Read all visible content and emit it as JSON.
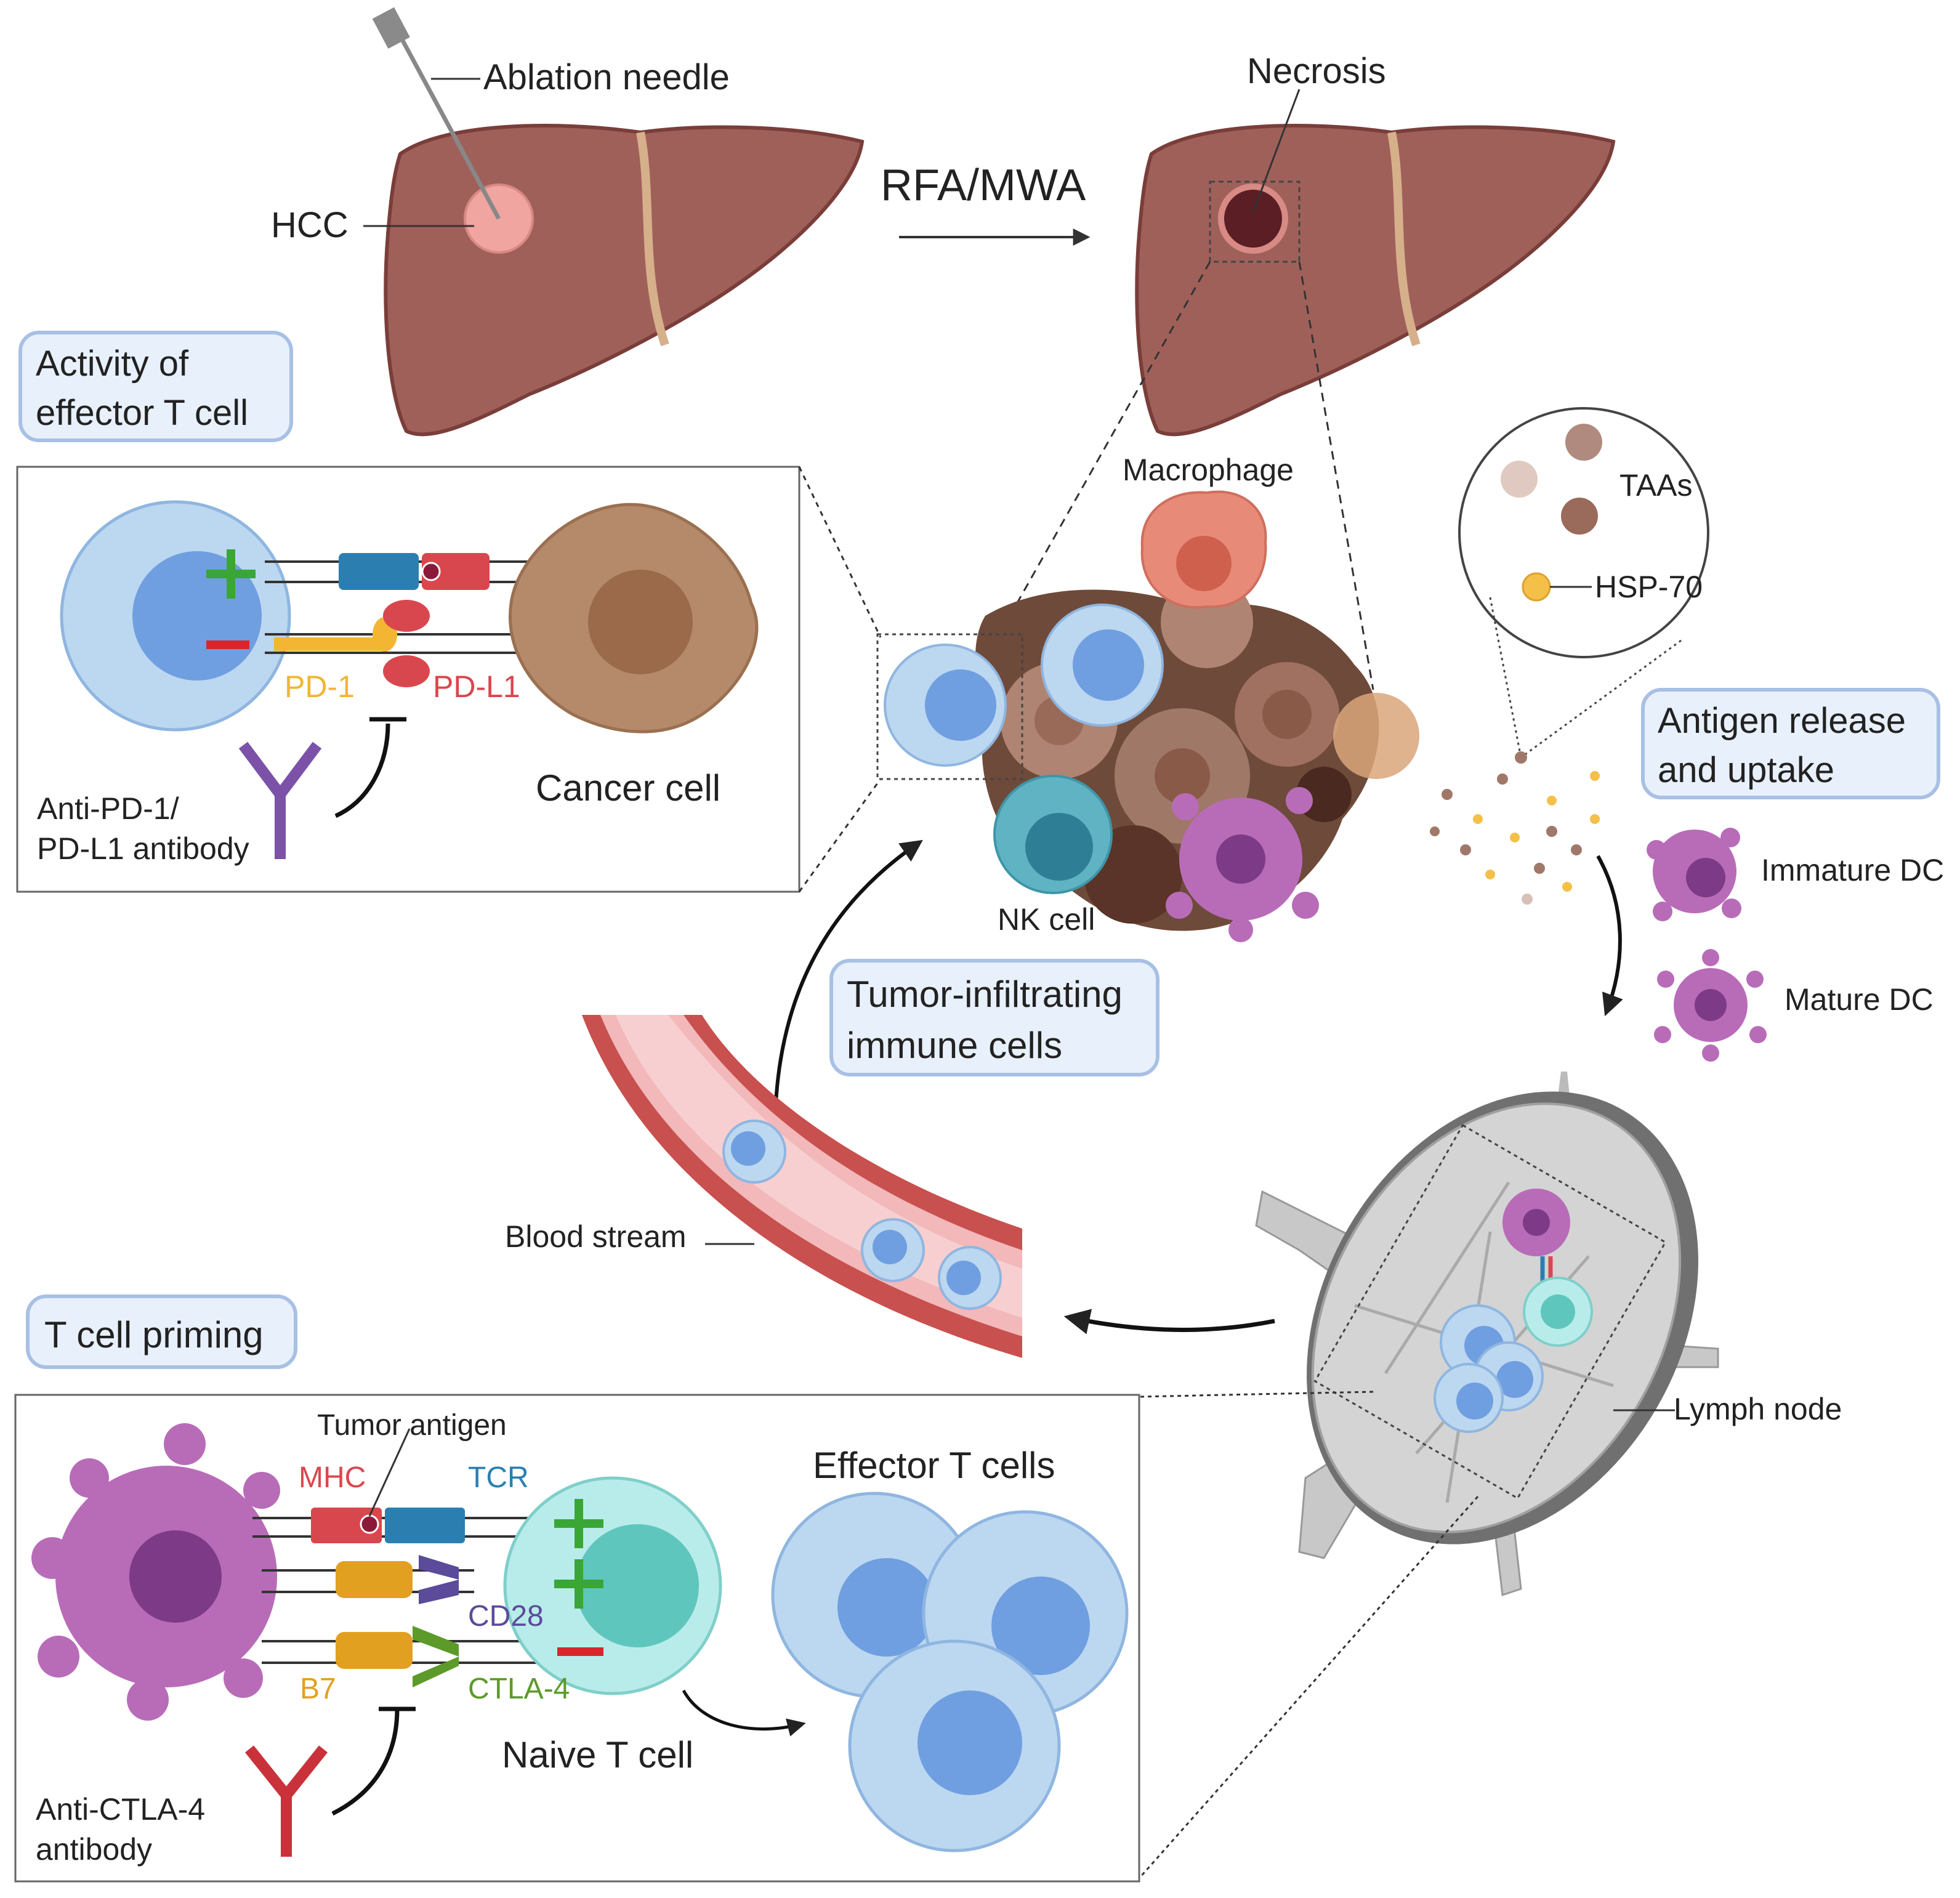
{
  "top": {
    "ablation_needle": "Ablation needle",
    "hcc": "HCC",
    "rfa_mwa": "RFA/MWA",
    "necrosis": "Necrosis"
  },
  "boxes": {
    "activity_line1": "Activity of",
    "activity_line2": "effector T cell",
    "antigen_line1": "Antigen release",
    "antigen_line2": "and uptake",
    "tumor_line1": "Tumor-infiltrating",
    "tumor_line2": "immune cells",
    "priming": "T cell priming"
  },
  "effector_panel": {
    "pd1": "PD-1",
    "pdl1": "PD-L1",
    "cancer_cell": "Cancer cell",
    "antibody_line1": "Anti-PD-1/",
    "antibody_line2": "PD-L1 antibody"
  },
  "tumor": {
    "macrophage": "Macrophage",
    "nk_cell": "NK cell",
    "taas": "TAAs",
    "hsp70": "HSP-70",
    "immature_dc": "Immature DC",
    "mature_dc": "Mature DC"
  },
  "circulation": {
    "blood_stream": "Blood stream",
    "lymph_node": "Lymph node"
  },
  "priming_panel": {
    "tumor_antigen": "Tumor antigen",
    "mhc": "MHC",
    "tcr": "TCR",
    "cd28": "CD28",
    "b7": "B7",
    "ctla4": "CTLA-4",
    "naive_t_cell": "Naive T cell",
    "effector_t_cells": "Effector T cells",
    "antibody_line1": "Anti-CTLA-4",
    "antibody_line2": "antibody"
  },
  "colors": {
    "liver": "#a0605a",
    "liver_dark": "#7a3e3a",
    "t_cell_outer": "#bcd7f0",
    "t_cell_inner": "#6f9fe0",
    "dc": "#b86cb8",
    "dc_nucleus": "#7d3a86",
    "nk": "#5fb3c2",
    "macrophage": "#e88a78",
    "cancer": "#b58a6a",
    "box_fill": "#e8f0fb",
    "box_stroke": "#a8c0e4",
    "plus": "#3aa635",
    "minus": "#d8262c",
    "pd1": "#f2b632",
    "pdl1": "#d9474e",
    "tcr": "#2b7fb0",
    "cd28": "#5b4b9a",
    "ctla4": "#5c9a2a",
    "b7": "#e2a020"
  }
}
